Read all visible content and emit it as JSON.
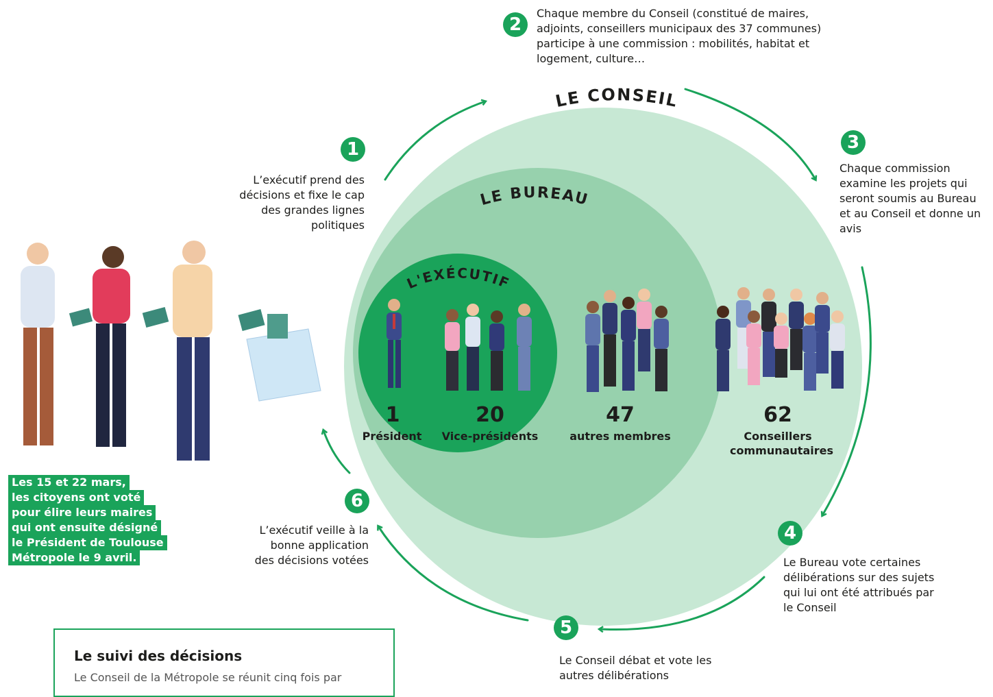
{
  "circles": {
    "conseil_title": "LE CONSEIL",
    "bureau_title": "LE BUREAU",
    "executif_title": "L'EXÉCUTIF"
  },
  "groups": [
    {
      "number": "1",
      "label": "Président"
    },
    {
      "number": "20",
      "label": "Vice-présidents"
    },
    {
      "number": "47",
      "label": "autres membres"
    },
    {
      "number": "62",
      "label": "Conseillers communautaires"
    }
  ],
  "steps": [
    {
      "number": "1",
      "text": "L’exécutif prend des décisions et fixe le cap des grandes lignes politiques"
    },
    {
      "number": "2",
      "text": "Chaque membre du Conseil (constitué de maires, adjoints, conseillers municipaux des 37 communes) participe à une commission : mobilités, habitat et logement, culture…"
    },
    {
      "number": "3",
      "text": "Chaque commission examine les projets qui seront soumis au Bureau et au Conseil et donne un avis"
    },
    {
      "number": "4",
      "text": "Le Bureau vote certaines délibérations sur des sujets qui lui ont été attribués par le Conseil"
    },
    {
      "number": "5",
      "text": "Le Conseil débat et vote les autres délibérations"
    },
    {
      "number": "6",
      "text": "L’exécutif veille à la bonne application des décisions votées"
    }
  ],
  "vote_note": [
    "Les 15 et 22 mars,",
    "les citoyens ont voté",
    "pour élire leurs maires",
    "qui ont ensuite désigné",
    "le Président de Toulouse",
    "Métropole le 9 avril."
  ],
  "followup": {
    "title": "Le suivi des décisions",
    "text": "Le Conseil de la Métropole se réunit cinq fois par"
  },
  "colors": {
    "conseil": "#c7e8d4",
    "bureau": "#97d1ad",
    "executif": "#1aa35a",
    "accent": "#1aa35a"
  }
}
